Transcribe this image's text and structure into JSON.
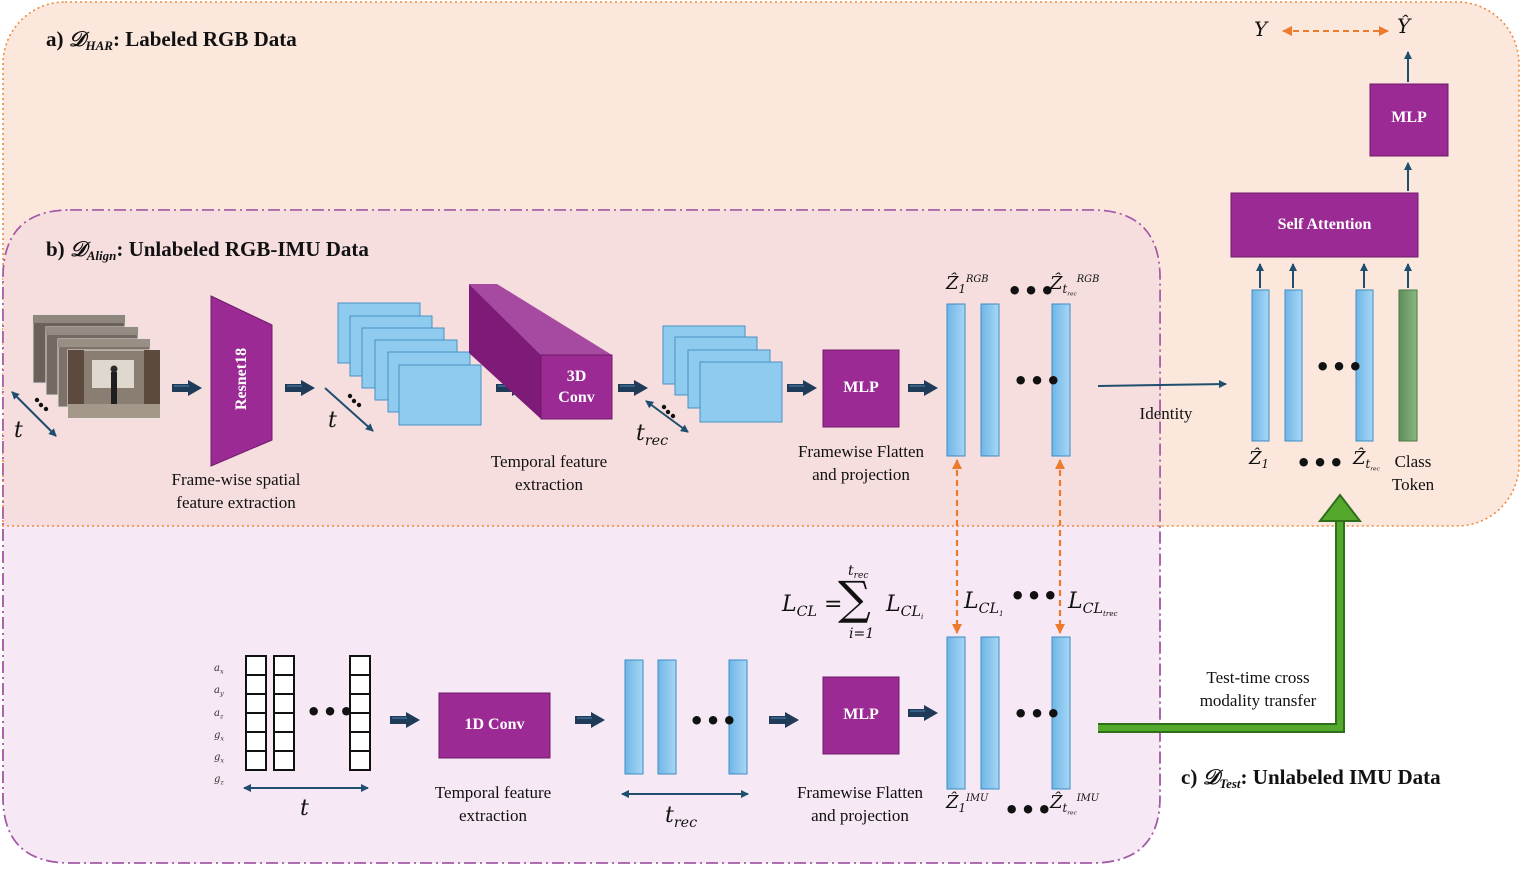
{
  "regions": {
    "har": {
      "prefix": "a) ",
      "symbol": "𝒟",
      "sub": "HAR",
      "suffix": ": Labeled RGB Data"
    },
    "align": {
      "prefix": "b) ",
      "symbol": "𝒟",
      "sub": "Align",
      "suffix": ": Unlabeled RGB-IMU Data"
    },
    "test": {
      "prefix": "c) ",
      "symbol": "𝒟",
      "sub": "Test",
      "suffix": ": Unlabeled IMU Data"
    }
  },
  "blocks": {
    "resnet": "Resnet18",
    "conv3d_line1": "3D",
    "conv3d_line2": "Conv",
    "mlp_rgb": "MLP",
    "self_attention": "Self Attention",
    "mlp_head": "MLP",
    "conv1d": "1D Conv",
    "mlp_imu": "MLP"
  },
  "captions": {
    "spatial_1": "Frame-wise spatial",
    "spatial_2": "feature extraction",
    "temporal_rgb_1": "Temporal feature",
    "temporal_rgb_2": "extraction",
    "proj_rgb_1": "Framewise Flatten",
    "proj_rgb_2": "and projection",
    "temporal_imu_1": "Temporal feature",
    "temporal_imu_2": "extraction",
    "proj_imu_1": "Framewise Flatten",
    "proj_imu_2": "and projection",
    "identity": "Identity",
    "transfer_1": "Test-time cross",
    "transfer_2": "modality transfer",
    "class_token_1": "Class",
    "class_token_2": "Token"
  },
  "symbols": {
    "t": "t",
    "t_rec": "t",
    "rec": "rec",
    "Y": "Y",
    "Y_hat": "Ŷ",
    "Z_hat": "Ẑ",
    "one": "1",
    "RGB": "RGB",
    "IMU": "IMU",
    "L": "L",
    "CL": "CL",
    "sum": "∑",
    "sum_lower": "i=1",
    "eq": " = ",
    "i": "i",
    "ellipsis": "•••"
  },
  "imu_channels": [
    "a",
    "a",
    "a",
    "g",
    "g",
    "g"
  ],
  "imu_channel_subs": [
    "x",
    "y",
    "z",
    "x",
    "x",
    "z"
  ],
  "colors": {
    "har_bg": "#fbe7dc",
    "har_border": "#f08a3c",
    "align_bg": "#f8e0ec",
    "align_border": "#a35aa6",
    "test_bg": "#f7e4f4",
    "block_purple": "#9b2a94",
    "feature_blue": "#7fc1ea",
    "token_green": "#6f9c6a",
    "arrow_navy": "#1f4e6e",
    "contrastive_orange": "#ec7b2e",
    "transfer_green": "#4ea224"
  }
}
